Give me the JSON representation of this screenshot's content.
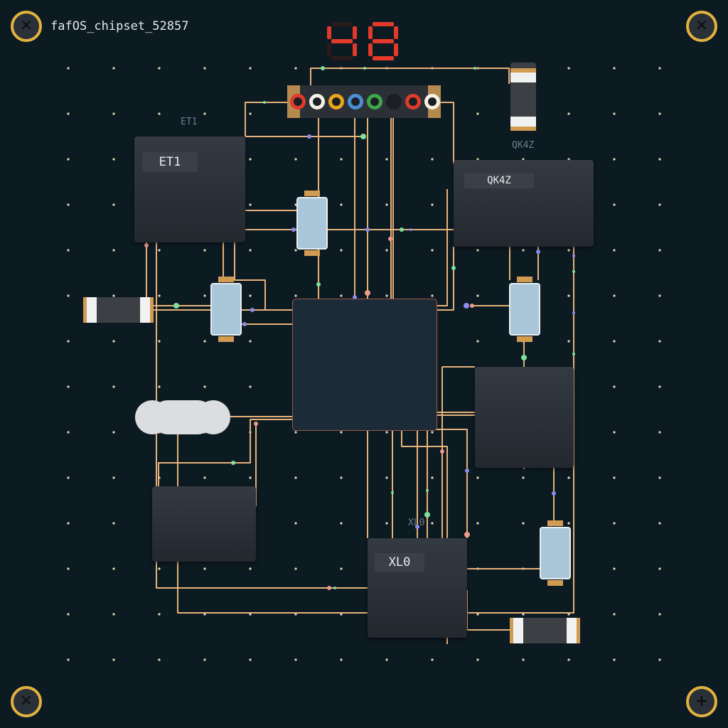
{
  "title": "fafOS_chipset_52857",
  "display": {
    "digits": "48"
  },
  "chips": [
    {
      "label": "ET1",
      "caption": "ET1"
    },
    {
      "label": "QK4Z",
      "caption": "QK4Z"
    },
    {
      "label": "XL0",
      "caption": "XL0"
    }
  ],
  "header_pins": [
    "#e23a2a",
    "#f5f1e6",
    "#e8a61c",
    "#4a8fd6",
    "#3fa64a",
    "#1b1f23",
    "#e23a2a",
    "#f5f1e6"
  ],
  "colors": {
    "board": "#0c1a22",
    "trace": "#e7b27a",
    "screw": "#e2b23d",
    "segment_on": "#e23a2a"
  },
  "screws": [
    "cross-icon",
    "cross-icon",
    "cross-icon",
    "plus-icon"
  ]
}
